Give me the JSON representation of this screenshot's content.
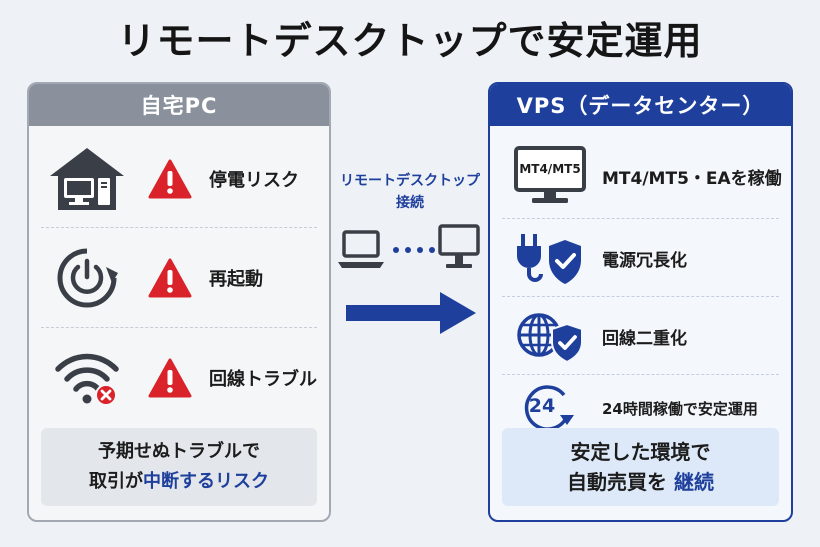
{
  "title": "リモートデスクトップで安定運用",
  "left_panel": {
    "header": "自宅PC",
    "rows": [
      {
        "label": "停電リスク"
      },
      {
        "label": "再起動"
      },
      {
        "label": "回線トラブル"
      }
    ],
    "callout": {
      "line1": "予期せぬトラブルで",
      "line2_prefix": "取引が",
      "line2_highlight": "中断するリスク"
    }
  },
  "center": {
    "line1": "リモートデスクトップ",
    "line2": "接続"
  },
  "right_panel": {
    "header": "VPS（データセンター）",
    "monitor_text": "MT4/MT5",
    "badge_24": "24",
    "rows": [
      {
        "label": "MT4/MT5・EAを稼働"
      },
      {
        "label": "電源冗長化"
      },
      {
        "label": "回線二重化"
      },
      {
        "label": "24時間稼働で安定運用"
      }
    ],
    "callout": {
      "line1": "安定した環境で",
      "line2_prefix": "自動売買を ",
      "line2_highlight": "継続"
    }
  },
  "colors": {
    "brand_blue": "#1e3f9c",
    "warning_red": "#d9222a",
    "gray_header": "#8a919c",
    "icon_dark": "#3a3f47"
  }
}
